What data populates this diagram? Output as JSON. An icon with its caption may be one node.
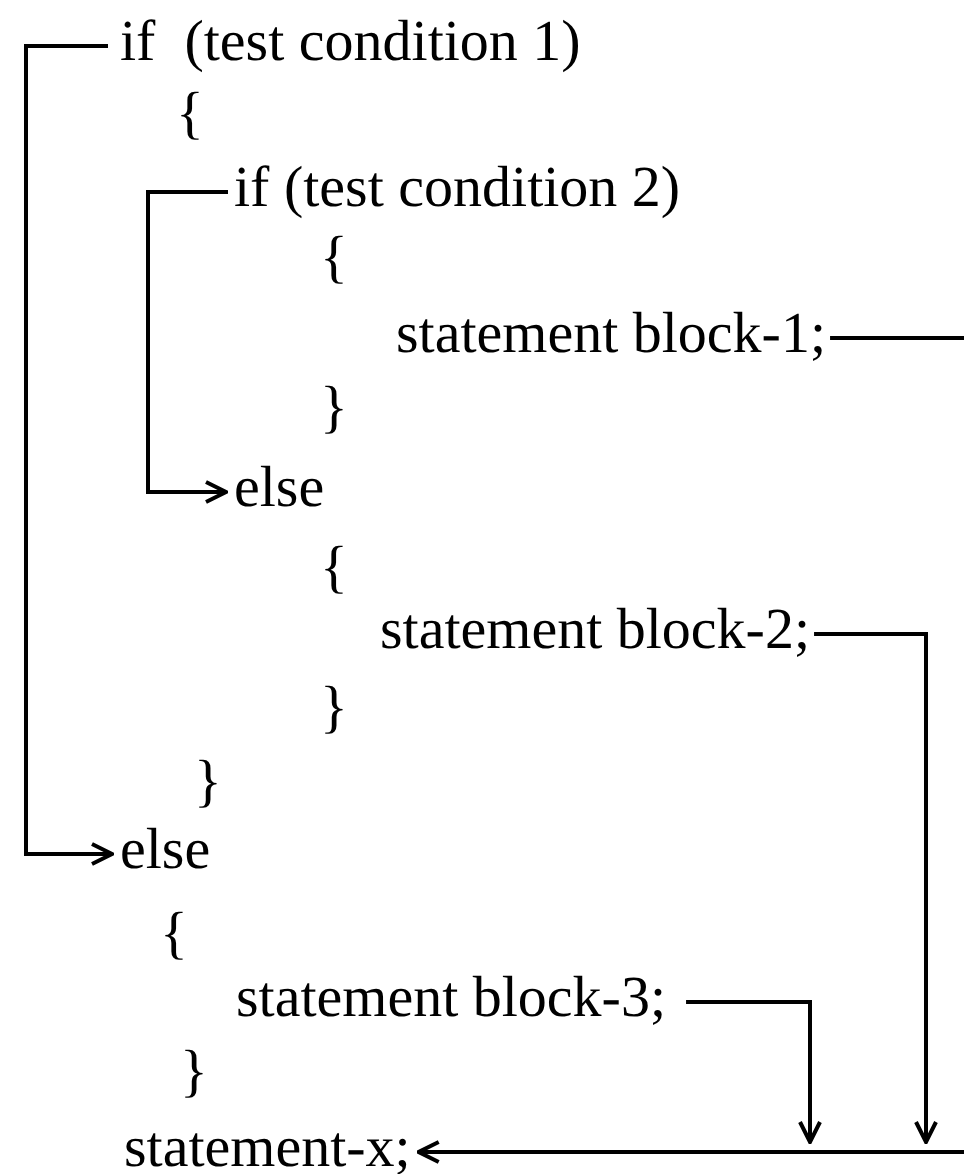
{
  "diagram": {
    "nodes": [
      {
        "text": [
          "if  (test condition 1)"
        ]
      },
      {
        "text": [
          "if (test condition 2)"
        ]
      },
      {
        "text": [
          "statement block-1;"
        ]
      },
      {
        "text": [
          "else"
        ]
      },
      {
        "text": [
          "statement block-2;"
        ]
      },
      {
        "text": [
          "else"
        ]
      },
      {
        "text": [
          "statement block-3;"
        ]
      },
      {
        "text": [
          "statement-x;"
        ]
      }
    ],
    "edges": [
      {
        "from": 0,
        "to": 5,
        "arrow": "to"
      },
      {
        "from": 1,
        "to": 3,
        "arrow": "to"
      },
      {
        "from": 2,
        "to": null,
        "arrow": "none"
      },
      {
        "from": 4,
        "to": 7,
        "arrow": "to"
      },
      {
        "from": 6,
        "to": 7,
        "arrow": "to"
      }
    ],
    "labels": [
      "{",
      "{",
      "}",
      "{",
      "}",
      "}",
      "{",
      "}"
    ]
  }
}
